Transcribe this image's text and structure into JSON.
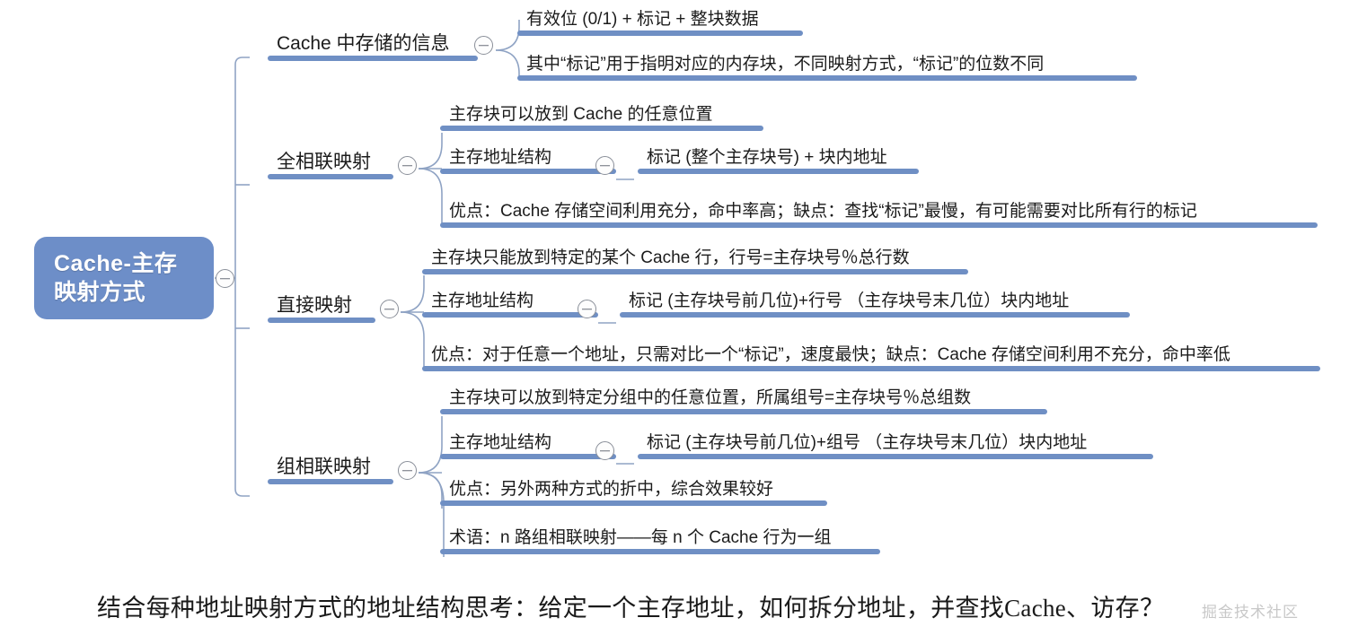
{
  "root": {
    "label_line1": "Cache-主存",
    "label_line2": "映射方式",
    "color": "#6d8ec8"
  },
  "theme": {
    "bar_color": "#6f8fc4",
    "connector_color": "#8fa3c4",
    "text_color": "#1b1b1b"
  },
  "icons": {
    "collapse": "minus-circle-icon"
  },
  "branches": [
    {
      "label": "Cache 中存储的信息",
      "children": [
        {
          "label": "有效位 (0/1) + 标记 + 整块数据"
        },
        {
          "label": "其中“标记”用于指明对应的内存块，不同映射方式，“标记”的位数不同"
        }
      ]
    },
    {
      "label": "全相联映射",
      "children": [
        {
          "label": "主存块可以放到 Cache 的任意位置"
        },
        {
          "label": "主存地址结构",
          "children": [
            {
              "label": "标记 (整个主存块号) + 块内地址"
            }
          ]
        },
        {
          "label": "优点：Cache 存储空间利用充分，命中率高；缺点：查找“标记”最慢，有可能需要对比所有行的标记"
        }
      ]
    },
    {
      "label": "直接映射",
      "children": [
        {
          "label": "主存块只能放到特定的某个 Cache 行，行号=主存块号％总行数"
        },
        {
          "label": "主存地址结构",
          "children": [
            {
              "label": "标记 (主存块号前几位)+行号 （主存块号末几位）块内地址"
            }
          ]
        },
        {
          "label": "优点：对于任意一个地址，只需对比一个“标记”，速度最快；缺点：Cache 存储空间利用不充分，命中率低"
        }
      ]
    },
    {
      "label": "组相联映射",
      "children": [
        {
          "label": "主存块可以放到特定分组中的任意位置，所属组号=主存块号％总组数"
        },
        {
          "label": "主存地址结构",
          "children": [
            {
              "label": "标记 (主存块号前几位)+组号 （主存块号末几位）块内地址"
            }
          ]
        },
        {
          "label": "优点：另外两种方式的折中，综合效果较好"
        },
        {
          "label": "术语：n 路组相联映射——每 n 个 Cache 行为一组"
        }
      ]
    }
  ],
  "caption": "结合每种地址映射方式的地址结构思考：给定一个主存地址，如何拆分地址，并查找Cache、访存？",
  "watermark": "掘金技术社区"
}
